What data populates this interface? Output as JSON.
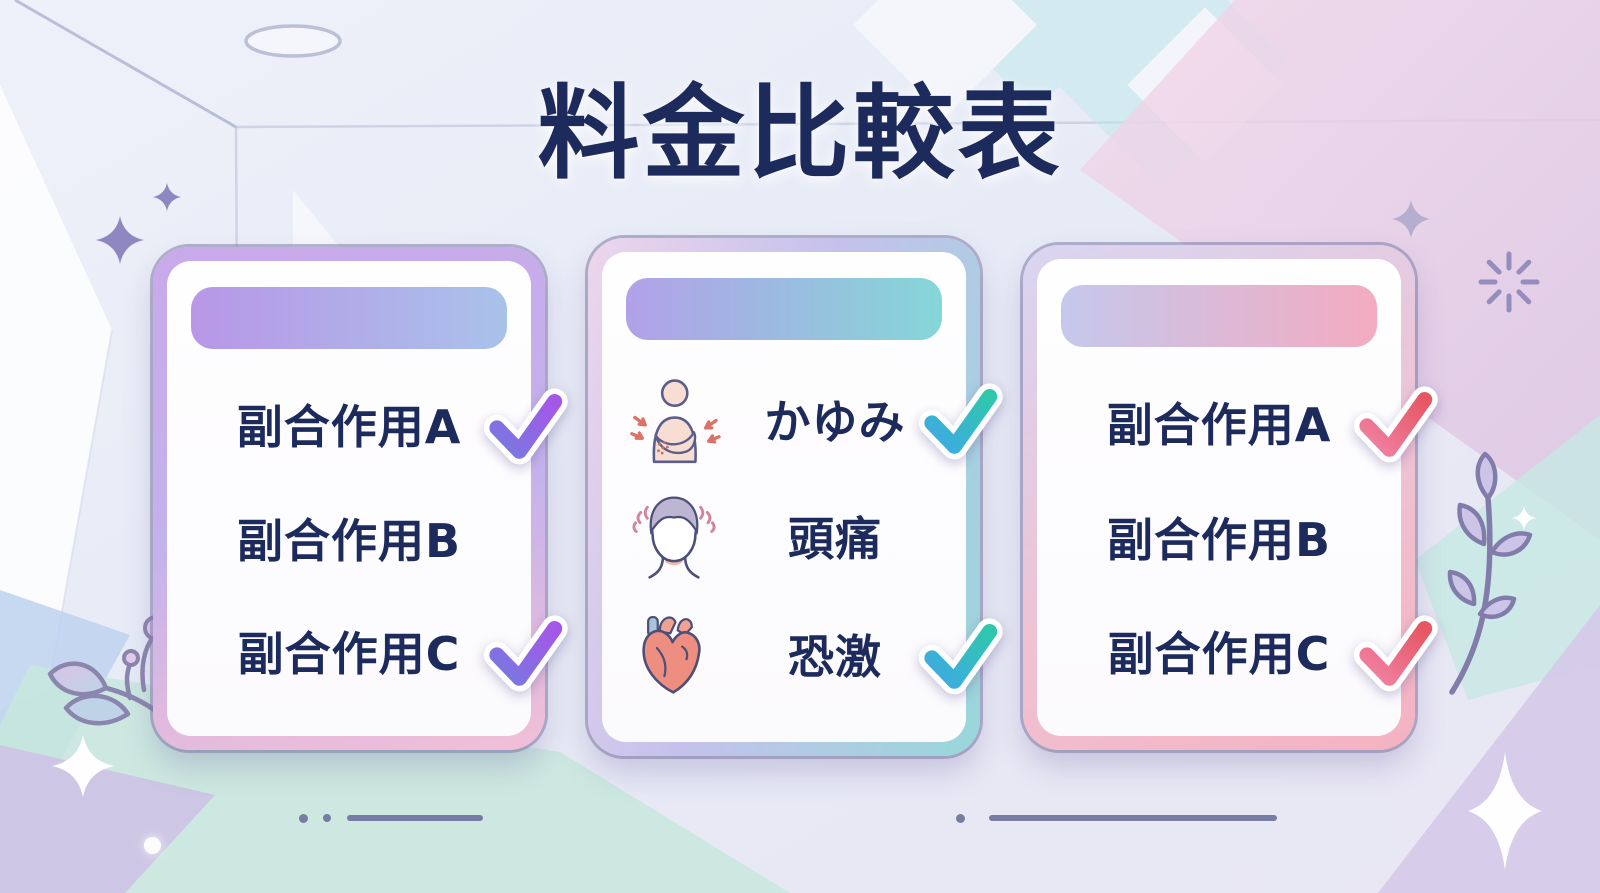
{
  "title": "料金比較表",
  "colors": {
    "title_text": "#1d2a5c",
    "row_text": "#1d2a5c",
    "background_base": "#e9edf6",
    "card_background": "#fefdfe",
    "underline_marks": "#767ca3"
  },
  "cards": [
    {
      "name": "left-plan-card",
      "accent": {
        "border_from": "#c8a9ea",
        "border_mid": "#c4b2ec",
        "border_to": "#f2bfd6",
        "header_from": "#b897e7",
        "header_to": "#a9c2ea",
        "check_from": "#7779e1",
        "check_to": "#a557e8",
        "outline": "#827da8"
      },
      "rows": [
        {
          "label": "副合作用A",
          "checked": true
        },
        {
          "label": "副合作用B",
          "checked": false
        },
        {
          "label": "副合作用C",
          "checked": true
        }
      ]
    },
    {
      "name": "middle-plan-card",
      "accent": {
        "border_from": "#ecd6ec",
        "border_mid": "#c5c1ec",
        "border_to": "#98d7da",
        "header_from": "#b2a1e8",
        "header_to": "#85d6d8",
        "check_from": "#3fa9e5",
        "check_to": "#2fc7ac",
        "outline": "#827da8"
      },
      "rows": [
        {
          "label": "かゆみ",
          "icon": "itch-person-icon",
          "checked": true
        },
        {
          "label": "頭痛",
          "icon": "headache-face-icon",
          "checked": false
        },
        {
          "label": "恐激",
          "icon": "heart-icon",
          "checked": true
        }
      ]
    },
    {
      "name": "right-plan-card",
      "accent": {
        "border_from": "#d9d5f1",
        "border_mid": "#eec3d4",
        "border_to": "#f5b2c0",
        "header_from": "#c5c8ec",
        "header_to": "#f3abc0",
        "check_from": "#f183a5",
        "check_to": "#e65663",
        "outline": "#827da8"
      },
      "rows": [
        {
          "label": "副合作用A",
          "checked": true
        },
        {
          "label": "副合作用B",
          "checked": false
        },
        {
          "label": "副合作用C",
          "checked": true
        }
      ]
    }
  ],
  "icons": {
    "row_icons": [
      "itch-person-icon",
      "headache-face-icon",
      "heart-icon"
    ],
    "checkmark": "checkmark-icon",
    "background_decorations": [
      "sparkle-icon",
      "radial-burst-icon",
      "leaf-branch-icon",
      "ceiling-light-icon",
      "underline-marks"
    ]
  }
}
